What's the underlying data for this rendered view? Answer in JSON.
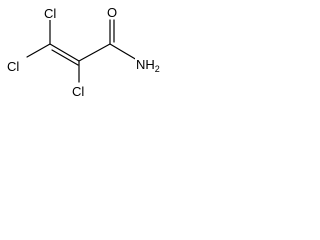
{
  "molecule": {
    "atoms": {
      "cl_top": "Cl",
      "cl_left": "Cl",
      "cl_bottom": "Cl",
      "oxygen": "O",
      "amide_n": "N",
      "amide_h": "H",
      "amide_h_count": "2"
    },
    "colors": {
      "bond": "#000000",
      "text": "#000000",
      "background": "#ffffff"
    }
  }
}
